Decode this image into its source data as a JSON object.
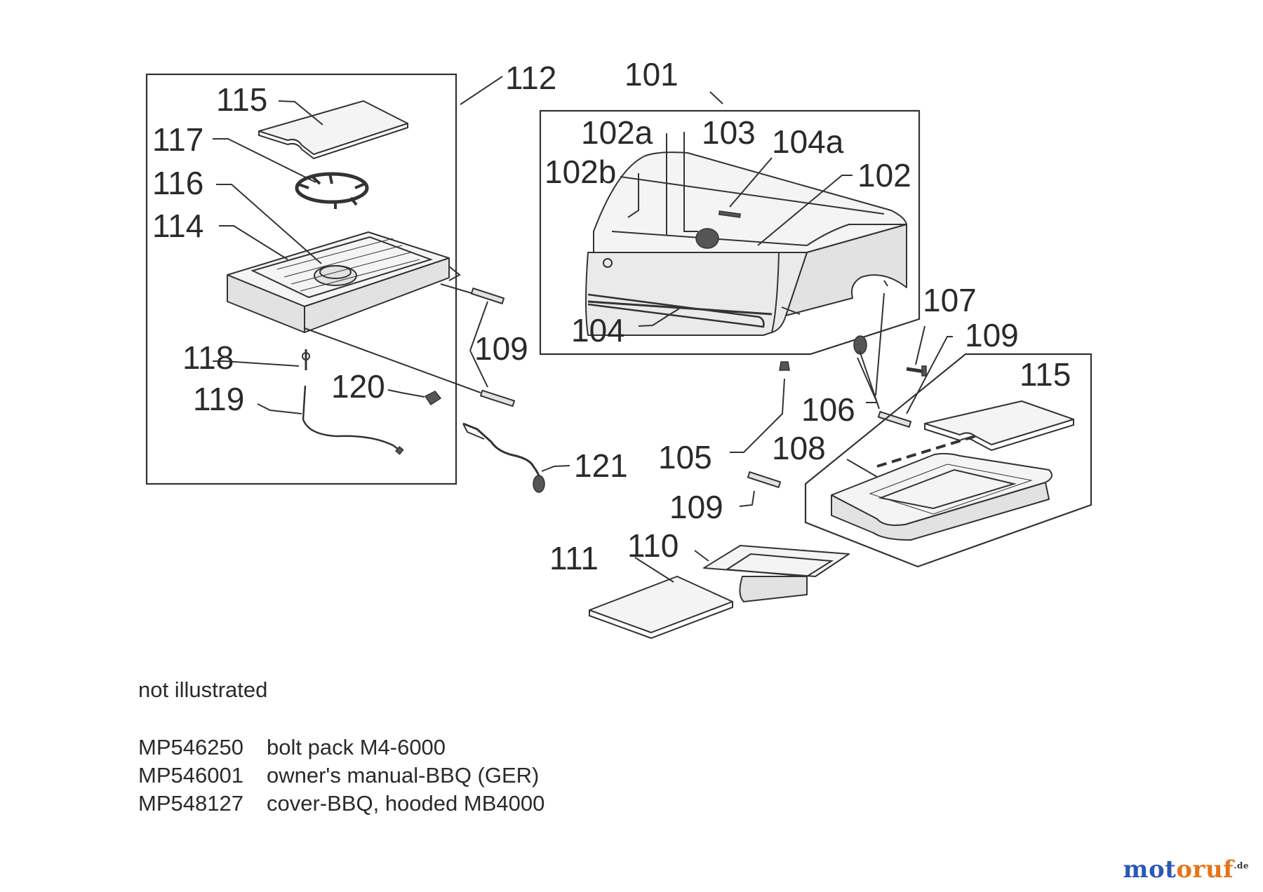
{
  "callouts": {
    "c101": "101",
    "c102": "102",
    "c102a": "102a",
    "c102b": "102b",
    "c103": "103",
    "c104": "104",
    "c104a": "104a",
    "c105": "105",
    "c106": "106",
    "c107": "107",
    "c108": "108",
    "c109_left": "109",
    "c109_right": "109",
    "c109_bottom": "109",
    "c110": "110",
    "c111": "111",
    "c112": "112",
    "c114": "114",
    "c115_left": "115",
    "c115_right": "115",
    "c116": "116",
    "c117": "117",
    "c118": "118",
    "c119": "119",
    "c120": "120",
    "c121": "121"
  },
  "not_illustrated": {
    "heading": "not illustrated",
    "items": [
      {
        "code": "MP546250",
        "desc": "bolt pack M4-6000"
      },
      {
        "code": "MP546001",
        "desc": "owner's manual-BBQ (GER)"
      },
      {
        "code": "MP548127",
        "desc": "cover-BBQ, hooded MB4000"
      }
    ]
  },
  "brand": {
    "part1": "mot",
    "part2": "oruf",
    "tld": ".de"
  },
  "colors": {
    "line": "#333333",
    "text": "#2a2a2a",
    "brand_blue": "#2b59b8",
    "brand_orange": "#e8731a"
  }
}
